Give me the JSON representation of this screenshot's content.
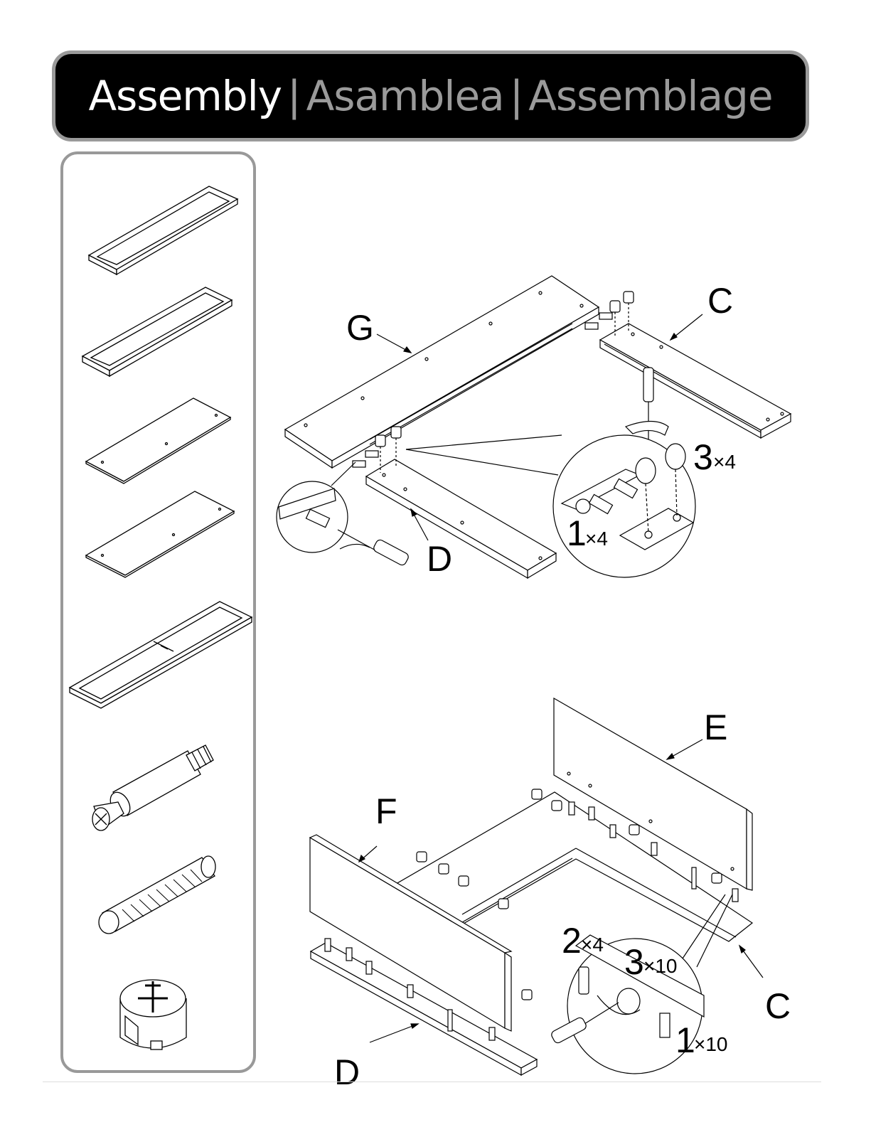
{
  "header": {
    "title_en": "Assembly",
    "title_es": "Asamblea",
    "title_fr": "Assemblage",
    "separator": "|"
  },
  "sidebar": {
    "parts": [
      {
        "name": "frame-rail-short",
        "icon": "frame-rail-icon"
      },
      {
        "name": "frame-rail-long",
        "icon": "frame-rail-icon"
      },
      {
        "name": "panel-c",
        "icon": "panel-icon"
      },
      {
        "name": "panel-d",
        "icon": "panel-icon"
      },
      {
        "name": "frame-g",
        "icon": "frame-icon"
      },
      {
        "name": "cam-bolt",
        "icon": "cam-bolt-icon"
      },
      {
        "name": "wood-dowel",
        "icon": "dowel-icon"
      },
      {
        "name": "cam-lock",
        "icon": "cam-lock-icon"
      }
    ]
  },
  "step1": {
    "labels": {
      "G": "G",
      "C": "C",
      "D": "D"
    },
    "callouts": [
      {
        "num": "3",
        "qty": "×4"
      },
      {
        "num": "1",
        "qty": "×4"
      }
    ]
  },
  "step2": {
    "labels": {
      "E": "E",
      "F": "F",
      "C": "C",
      "D": "D"
    },
    "callouts": [
      {
        "num": "2",
        "qty": "×4"
      },
      {
        "num": "3",
        "qty": "×10"
      },
      {
        "num": "1",
        "qty": "×10"
      }
    ]
  }
}
